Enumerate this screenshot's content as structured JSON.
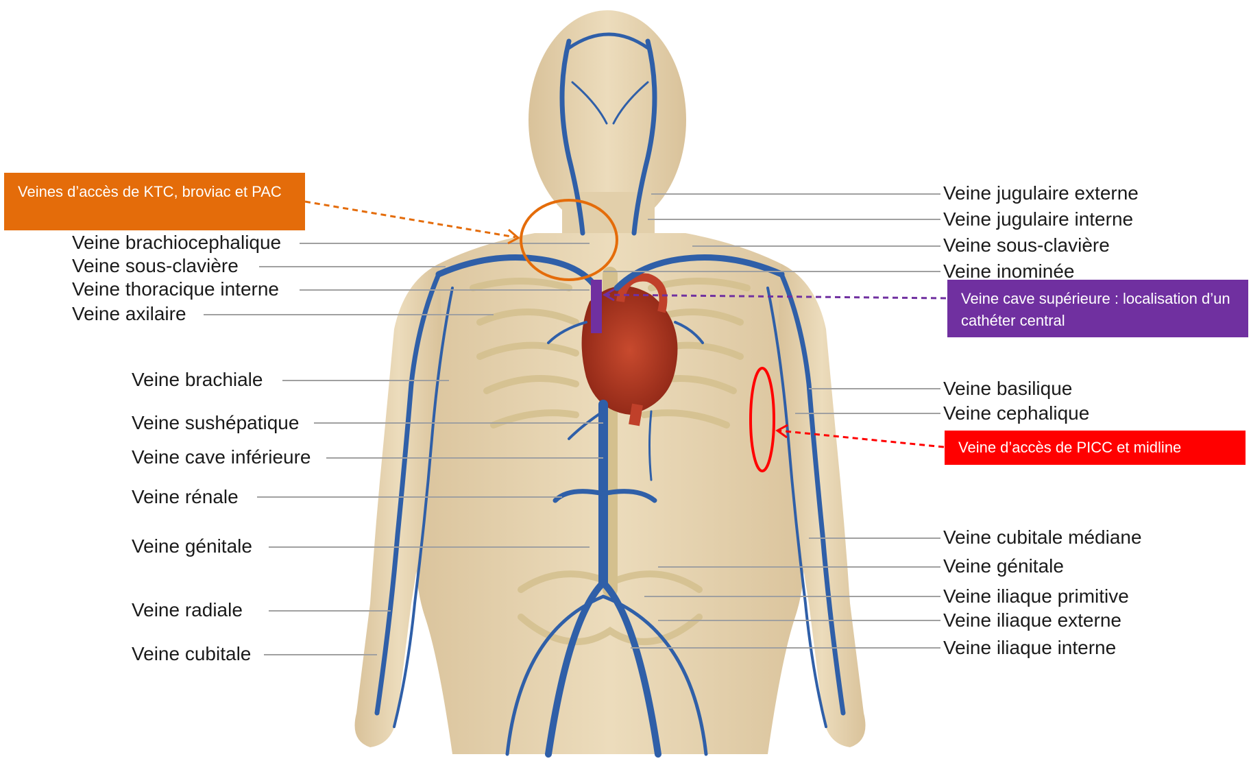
{
  "left_labels": [
    {
      "id": "brachiocephalique",
      "text": "Veine brachiocephalique"
    },
    {
      "id": "sous-claviere-l",
      "text": "Veine sous-clavière"
    },
    {
      "id": "thoracique-interne",
      "text": "Veine thoracique interne"
    },
    {
      "id": "axilaire",
      "text": "Veine axilaire"
    },
    {
      "id": "brachiale",
      "text": "Veine brachiale"
    },
    {
      "id": "sushepatique",
      "text": "Veine sushépatique"
    },
    {
      "id": "cave-inferieure",
      "text": "Veine cave inférieure"
    },
    {
      "id": "renale",
      "text": "Veine rénale"
    },
    {
      "id": "genitale-l",
      "text": "Veine génitale"
    },
    {
      "id": "radiale",
      "text": "Veine radiale"
    },
    {
      "id": "cubitale",
      "text": "Veine cubitale"
    }
  ],
  "right_labels": [
    {
      "id": "jugulaire-externe",
      "text": "Veine jugulaire externe"
    },
    {
      "id": "jugulaire-interne",
      "text": "Veine jugulaire interne"
    },
    {
      "id": "sous-claviere-r",
      "text": "Veine sous-clavière"
    },
    {
      "id": "inominee",
      "text": "Veine inominée"
    },
    {
      "id": "basilique",
      "text": "Veine basilique"
    },
    {
      "id": "cephalique",
      "text": "Veine cephalique"
    },
    {
      "id": "cubitale-mediane",
      "text": "Veine cubitale médiane"
    },
    {
      "id": "genitale-r",
      "text": "Veine génitale"
    },
    {
      "id": "iliaque-primitive",
      "text": "Veine iliaque primitive"
    },
    {
      "id": "iliaque-externe",
      "text": "Veine iliaque externe"
    },
    {
      "id": "iliaque-interne",
      "text": "Veine iliaque interne"
    }
  ],
  "callouts": {
    "orange": {
      "text": "Veines d’accès de KTC, broviac et PAC",
      "color": "#e46c0a"
    },
    "purple": {
      "text": "Veine cave supérieure : localisation d’un cathéter central",
      "color": "#7030a0"
    },
    "red": {
      "text": "Veine d’accès de PICC et midline",
      "color": "#ff0000"
    }
  },
  "colors": {
    "skin": "#e9d8b4",
    "bone": "#f4ead0",
    "vein": "#2f5fa8",
    "heart": "#b03020",
    "leader_line": "#a0a0a0"
  }
}
